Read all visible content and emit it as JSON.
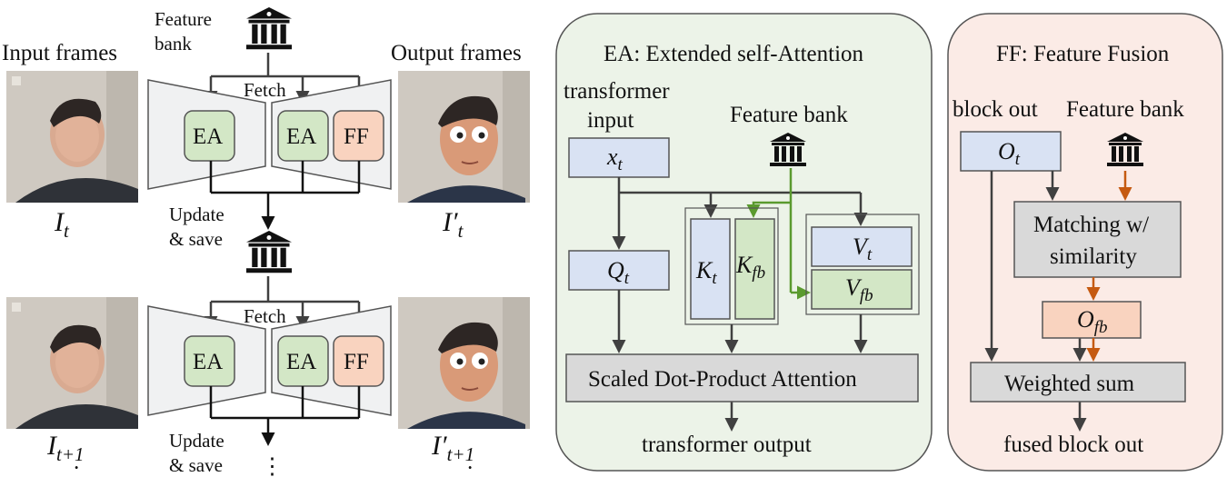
{
  "colors": {
    "ea_panel_bg": "#ecf3e8",
    "ff_panel_bg": "#fbebe6",
    "blue_box": "#d9e2f3",
    "green_box": "#d3e7c6",
    "orange_box": "#f9d3bf",
    "gray_box": "#d9d9d9",
    "encoder_bg": "#f0f1f2",
    "green_arrow": "#5a9a2e",
    "orange_arrow": "#c55a11",
    "dark_arrow": "#404040"
  },
  "left": {
    "input_frames_label": "Input frames",
    "output_frames_label": "Output frames",
    "feature_bank_label_1": "Feature",
    "feature_bank_label_2": "bank",
    "fetch_label": "Fetch",
    "update_label_1": "Update",
    "update_label_2": "& save",
    "ea_label": "EA",
    "ff_label": "FF",
    "frame_t": "I",
    "frame_t_sub": "t",
    "frame_t_out": "I′",
    "frame_t1_sub": "t+1",
    "ellipsis": "⋮"
  },
  "ea_panel": {
    "title": "EA: Extended self-Attention",
    "transformer_input_1": "transformer",
    "transformer_input_2": "input",
    "feature_bank": "Feature bank",
    "x": "x",
    "x_sub": "t",
    "q": "Q",
    "q_sub": "t",
    "k": "K",
    "k_sub": "t",
    "kfb": "K",
    "kfb_sub": "fb",
    "v": "V",
    "v_sub": "t",
    "vfb": "V",
    "vfb_sub": "fb",
    "attention": "Scaled Dot-Product Attention",
    "output": "transformer output"
  },
  "ff_panel": {
    "title": "FF: Feature Fusion",
    "block_out": "block out",
    "feature_bank": "Feature bank",
    "o": "O",
    "o_sub": "t",
    "matching_1": "Matching w/",
    "matching_2": "similarity",
    "ofb": "O",
    "ofb_sub": "fb",
    "weighted_sum": "Weighted sum",
    "fused": "fused block out"
  }
}
